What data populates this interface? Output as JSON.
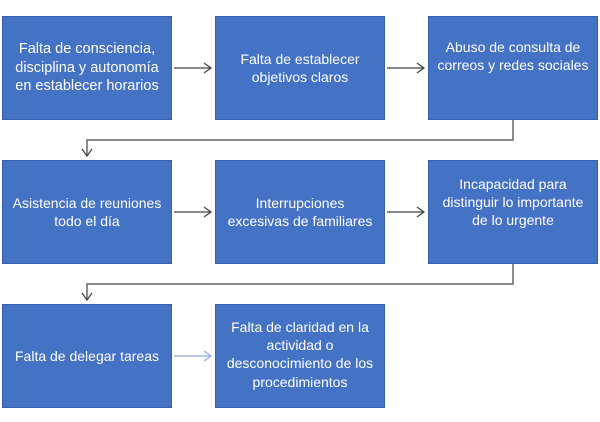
{
  "diagram": {
    "boxes": [
      {
        "text": "Falta de consciencia, disciplina y autonomía en establecer horarios"
      },
      {
        "text": "Falta de establecer objetivos claros"
      },
      {
        "text": "Abuso de consulta de correos y redes sociales"
      },
      {
        "text": "Asistencia de reuniones todo el día"
      },
      {
        "text": "Interrupciones excesivas de familiares"
      },
      {
        "text": "Incapacidad para distinguir lo importante de lo urgente"
      },
      {
        "text": "Falta de delegar tareas"
      },
      {
        "text": "Falta de claridad en la actividad o desconocimiento de los procedimientos"
      }
    ],
    "colors": {
      "box_fill": "#4472c4",
      "box_text": "#ffffff",
      "connector": "#404040",
      "last_connector": "#8faadc"
    }
  }
}
